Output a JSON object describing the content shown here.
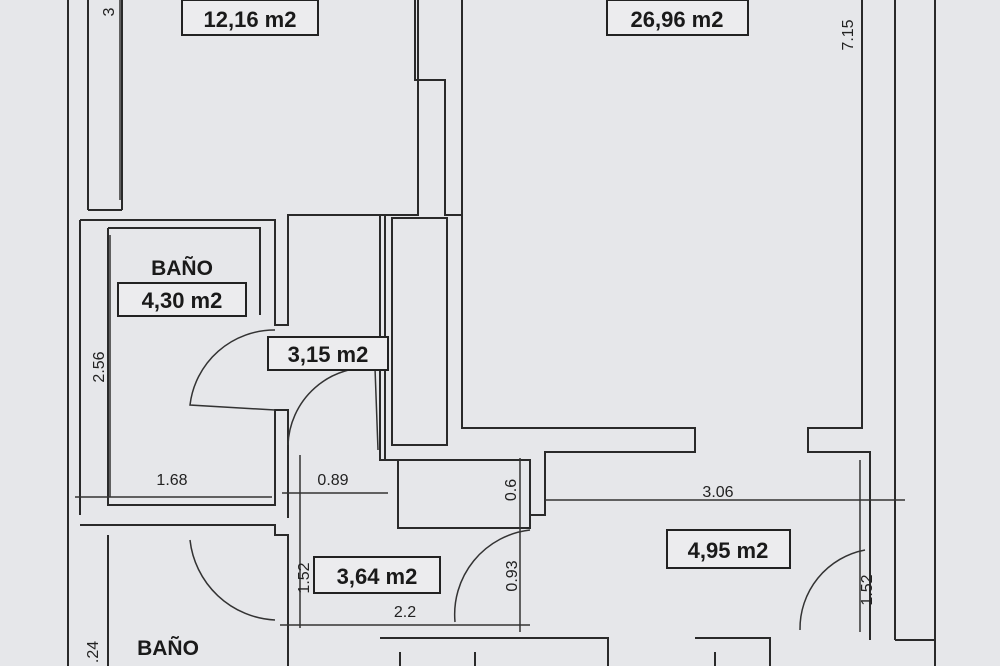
{
  "rooms": {
    "room_top_left": {
      "area": "12,16 m2"
    },
    "room_top_right": {
      "area": "26,96 m2"
    },
    "bath_1": {
      "name": "BAÑO",
      "area": "4,30 m2"
    },
    "hall_1": {
      "area": "3,15 m2"
    },
    "hall_2": {
      "area": "3,64 m2"
    },
    "room_right": {
      "area": "4,95 m2"
    },
    "bath_2": {
      "name": "BAÑO"
    }
  },
  "dimensions": {
    "top_left_partial": "3",
    "right_height": "7.15",
    "bath_1_height": "2.56",
    "bath_1_width": "1.68",
    "hall_1_width": "0.89",
    "closet_depth": "0.6",
    "room_right_width": "3.06",
    "hall_2_height": "1.52",
    "hall_2_depth": "0.93",
    "hall_2_width": "2.2",
    "room_right_height": "1.52",
    "bath_2_partial": ".24"
  }
}
